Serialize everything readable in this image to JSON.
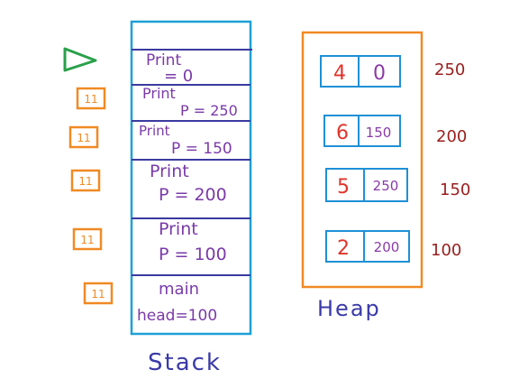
{
  "stack": {
    "label": "Stack",
    "frames": [
      {
        "name": "Print",
        "value": "= 0"
      },
      {
        "name": "Print",
        "value": "P = 250"
      },
      {
        "name": "Print",
        "value": "P = 150"
      },
      {
        "name": "Print",
        "value": "P = 200"
      },
      {
        "name": "Print",
        "value": "P = 100"
      },
      {
        "name": "main",
        "value": "head=100"
      }
    ]
  },
  "heap": {
    "label": "Heap",
    "nodes": [
      {
        "data": "4",
        "next": "0",
        "address": "250"
      },
      {
        "data": "6",
        "next": "150",
        "address": "200"
      },
      {
        "data": "5",
        "next": "250",
        "address": "150"
      },
      {
        "data": "2",
        "next": "200",
        "address": "100"
      }
    ]
  },
  "markers": {
    "current_frame_icon": "play-triangle-icon",
    "return_label": "11"
  },
  "colors": {
    "stack_border": "#1ea0d6",
    "frame_divider": "#3a3aa0",
    "stack_text": "#7a3aa8",
    "heap_border": "#f08a24",
    "node_border": "#1e90d6",
    "node_data": "#e0342a",
    "node_next": "#8a3aa8",
    "address_text": "#9a1e1e",
    "label_text": "#3a3aa8",
    "return_marker": "#f08a24",
    "pointer_icon": "#2aa04a"
  }
}
